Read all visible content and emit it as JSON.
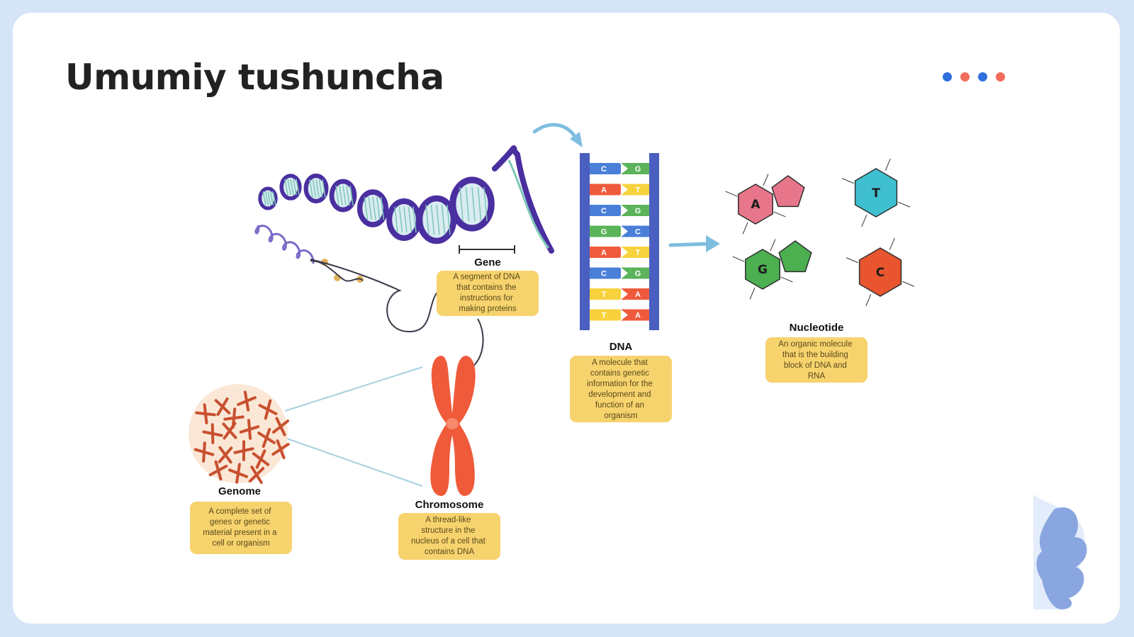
{
  "slide": {
    "title": "Umumiy tushuncha",
    "dot_colors": [
      "#2f6fe0",
      "#f26b5b",
      "#2f6fe0",
      "#f26b5b"
    ]
  },
  "diagram": {
    "gene": {
      "title": "Gene",
      "description": [
        "A segment of DNA",
        "that contains the",
        "instructions for",
        "making proteins"
      ]
    },
    "dna": {
      "title": "DNA",
      "description": [
        "A molecule that",
        "contains genetic",
        "information for the",
        "development and",
        "function of an",
        "organism"
      ],
      "base_pairs": [
        [
          "C",
          "G"
        ],
        [
          "A",
          "T"
        ],
        [
          "C",
          "G"
        ],
        [
          "G",
          "C"
        ],
        [
          "A",
          "T"
        ],
        [
          "C",
          "G"
        ],
        [
          "T",
          "A"
        ],
        [
          "T",
          "A"
        ]
      ]
    },
    "nucleotide": {
      "title": "Nucleotide",
      "description": [
        "An organic molecule",
        "that is the building",
        "block of DNA and",
        "RNA"
      ],
      "bases": [
        "A",
        "T",
        "G",
        "C"
      ]
    },
    "genome": {
      "title": "Genome",
      "description": [
        "A complete set of",
        "genes or genetic",
        "material present in a",
        "cell or organism"
      ]
    },
    "chromosome": {
      "title": "Chromosome",
      "description": [
        "A thread-like",
        "structure in the",
        "nucleus of a cell that",
        "contains DNA"
      ]
    },
    "colors": {
      "label_box": "#f7d36e",
      "helix": "#4a2fa0",
      "chromosome": "#ef5a3a",
      "arrow": "#7fbde0",
      "base_A": "#f05a3c",
      "base_T": "#f7d23c",
      "base_C": "#4a7fd8",
      "base_G": "#5bb35a",
      "nuc_A": "#e8768a",
      "nuc_T": "#3fbfd0",
      "nuc_G": "#4caf50",
      "nuc_C": "#e8552f"
    }
  }
}
